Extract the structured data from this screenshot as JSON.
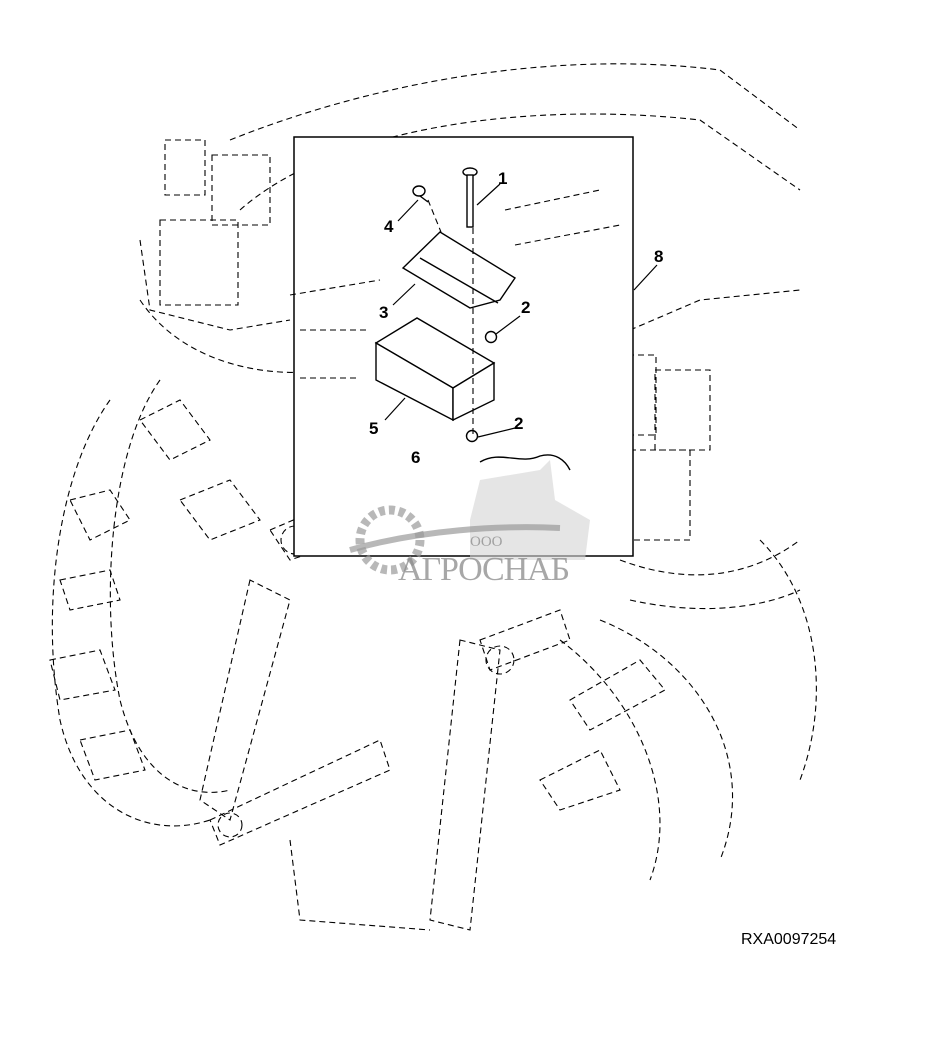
{
  "diagram": {
    "callouts": [
      {
        "id": "callout-1",
        "text": "1"
      },
      {
        "id": "callout-2-upper",
        "text": "2"
      },
      {
        "id": "callout-2-lower",
        "text": "2"
      },
      {
        "id": "callout-3",
        "text": "3"
      },
      {
        "id": "callout-4",
        "text": "4"
      },
      {
        "id": "callout-5",
        "text": "5"
      },
      {
        "id": "callout-6",
        "text": "6"
      },
      {
        "id": "callout-8",
        "text": "8"
      }
    ],
    "figure_code": "RXA0097254",
    "watermark": {
      "prefix": "ООО",
      "brand": "АГРОСНАБ"
    }
  }
}
